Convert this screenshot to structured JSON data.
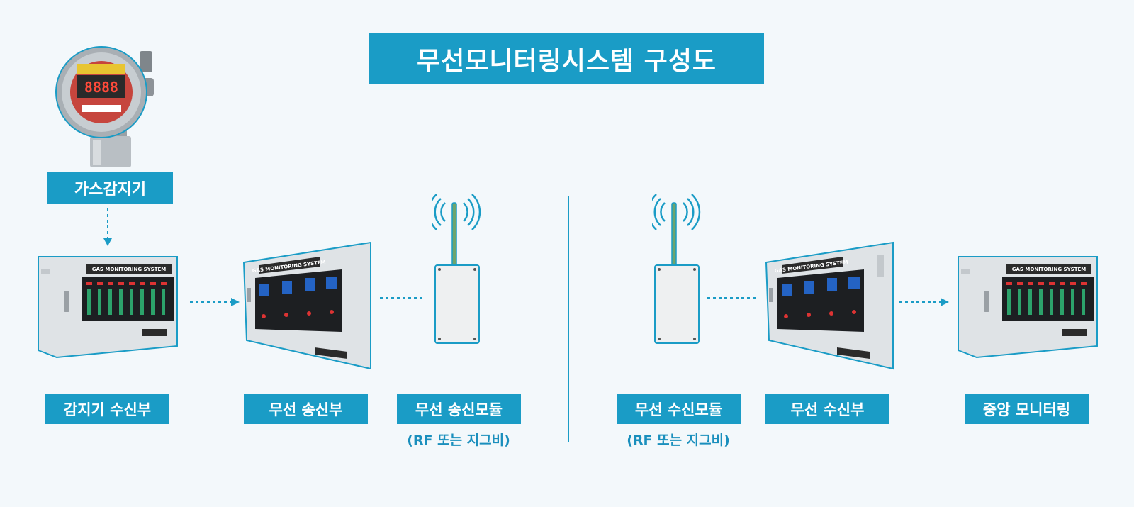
{
  "title": "무선모니터링시스템 구성도",
  "colors": {
    "accent": "#1a9cc6",
    "background": "#f3f8fb",
    "sub_text": "#1a8fbd"
  },
  "gas_detector": {
    "label": "가스감지기",
    "display": "8888"
  },
  "panel_title": "GAS MONITORING SYSTEM",
  "stages": [
    {
      "label": "감지기 수신부"
    },
    {
      "label": "무선 송신부"
    },
    {
      "label": "무선 송신모듈",
      "sub": "(RF 또는 지그비)"
    },
    {
      "label": "무선 수신모듈",
      "sub": "(RF 또는 지그비)"
    },
    {
      "label": "무선 수신부"
    },
    {
      "label": "중앙 모니터링"
    }
  ]
}
